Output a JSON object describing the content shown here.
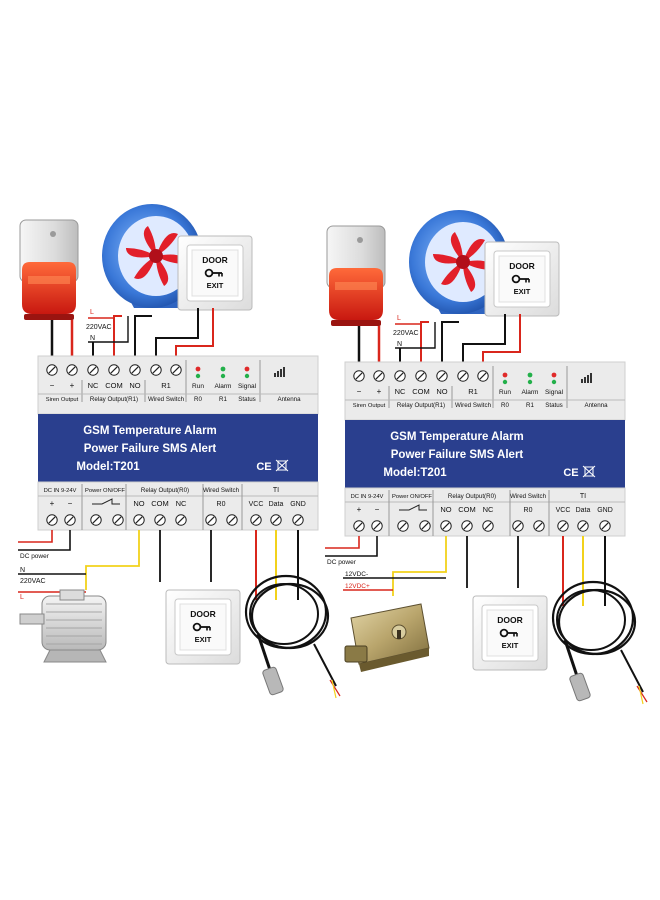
{
  "colors": {
    "panel_blue": "#2a3f8e",
    "panel_grey": "#e8e8e8",
    "wire_red": "#d9261c",
    "wire_black": "#111111",
    "wire_yellow": "#f2d21b",
    "siren_red": "#e8361f",
    "fan_blue": "#3a78d8",
    "fan_red": "#e21f2a",
    "led_green": "#23b04a",
    "led_red": "#e02a2a"
  },
  "diagrams": [
    {
      "id": "left",
      "title_line1": "GSM Temperature Alarm",
      "title_line2": "Power Failure SMS Alert",
      "model": "Model:T201",
      "ce_mark": "CE",
      "top_labels": {
        "minus": "−",
        "plus": "+",
        "nc": "NC",
        "com": "COM",
        "no": "NO",
        "r1": "R1",
        "run": "Run",
        "alarm": "Alarm",
        "signal": "Signal",
        "siren_output": "Siren Output",
        "relay_output": "Relay Output(R1)",
        "wired_switch": "Wired Switch",
        "r0": "R0",
        "r1b": "R1",
        "status": "Status",
        "antenna": "Antenna"
      },
      "bottom_labels": {
        "dc_in": "DC IN 9-24V",
        "power_onoff": "Power ON/OFF",
        "relay_output": "Relay Output(R0)",
        "wired_switch": "Wired Switch",
        "ti": "TI",
        "plus": "+",
        "minus": "−",
        "no": "NO",
        "com": "COM",
        "nc": "NC",
        "r0": "R0",
        "vcc": "VCC",
        "data": "Data",
        "gnd": "GND"
      },
      "wire_labels": {
        "l_top": "L",
        "vac_top": "220VAC",
        "n_top": "N",
        "dc_power": "DC power",
        "n_bottom": "N",
        "vac_bottom": "220VAC",
        "l_bottom": "L"
      },
      "door_button": {
        "line1": "DOOR",
        "line2": "EXIT"
      },
      "door_button_bottom": {
        "line1": "DOOR",
        "line2": "EXIT"
      }
    },
    {
      "id": "right",
      "title_line1": "GSM Temperature Alarm",
      "title_line2": "Power Failure SMS Alert",
      "model": "Model:T201",
      "ce_mark": "CE",
      "top_labels": {
        "minus": "−",
        "plus": "+",
        "nc": "NC",
        "com": "COM",
        "no": "NO",
        "r1": "R1",
        "run": "Run",
        "alarm": "Alarm",
        "signal": "Signal",
        "siren_output": "Siren Output",
        "relay_output": "Relay Output(R1)",
        "wired_switch": "Wired Switch",
        "r0": "R0",
        "r1b": "R1",
        "status": "Status",
        "antenna": "Antenna"
      },
      "bottom_labels": {
        "dc_in": "DC IN 9-24V",
        "power_onoff": "Power ON/OFF",
        "relay_output": "Relay Output(R0)",
        "wired_switch": "Wired Switch",
        "ti": "TI",
        "plus": "+",
        "minus": "−",
        "no": "NO",
        "com": "COM",
        "nc": "NC",
        "r0": "R0",
        "vcc": "VCC",
        "data": "Data",
        "gnd": "GND"
      },
      "wire_labels": {
        "l_top": "L",
        "vac_top": "220VAC",
        "n_top": "N",
        "dc_power": "DC power",
        "v12_minus": "12VDC-",
        "v12_plus": "12VDC+"
      },
      "door_button": {
        "line1": "DOOR",
        "line2": "EXIT"
      },
      "door_button_bottom": {
        "line1": "DOOR",
        "line2": "EXIT"
      }
    }
  ]
}
